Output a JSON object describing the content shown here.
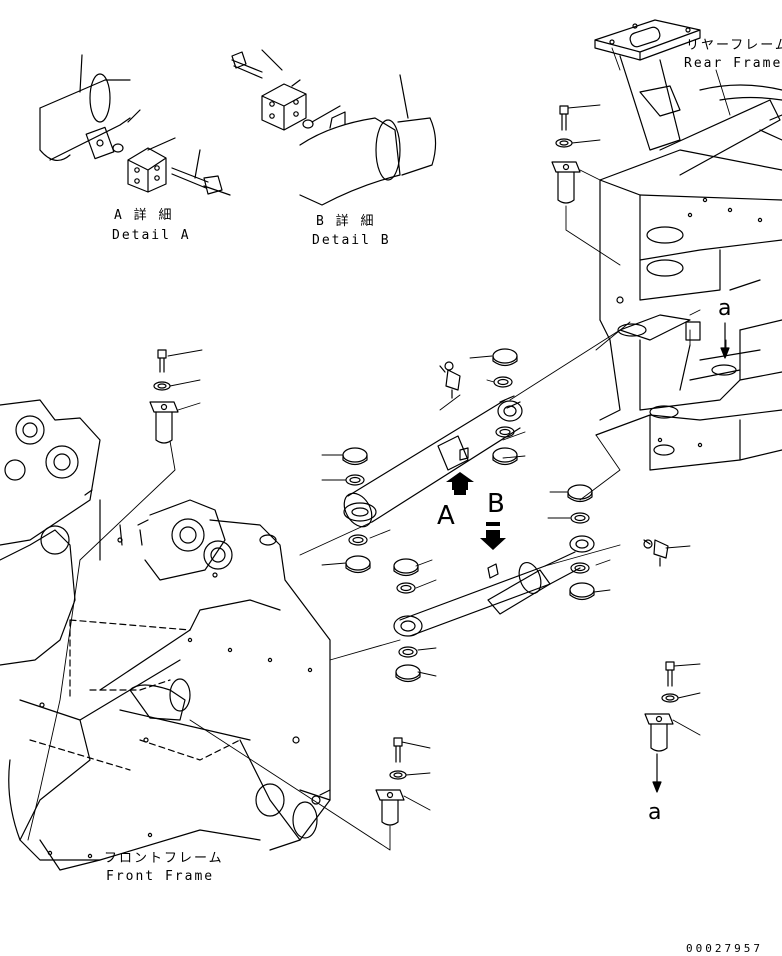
{
  "labels": {
    "detail_a_jp": "A 詳 細",
    "detail_a_en": "Detail A",
    "detail_b_jp": "B 詳 細",
    "detail_b_en": "Detail B",
    "rear_frame_jp": "リヤーフレーム",
    "rear_frame_en": "Rear Frame",
    "front_frame_jp": "フロントフレーム",
    "front_frame_en": "Front Frame",
    "arrow_a": "A",
    "arrow_b": "B",
    "ref_a_top": "a",
    "ref_a_bottom": "a",
    "drawing_number": "00027957"
  },
  "colors": {
    "line": "#000000",
    "background": "#ffffff"
  }
}
